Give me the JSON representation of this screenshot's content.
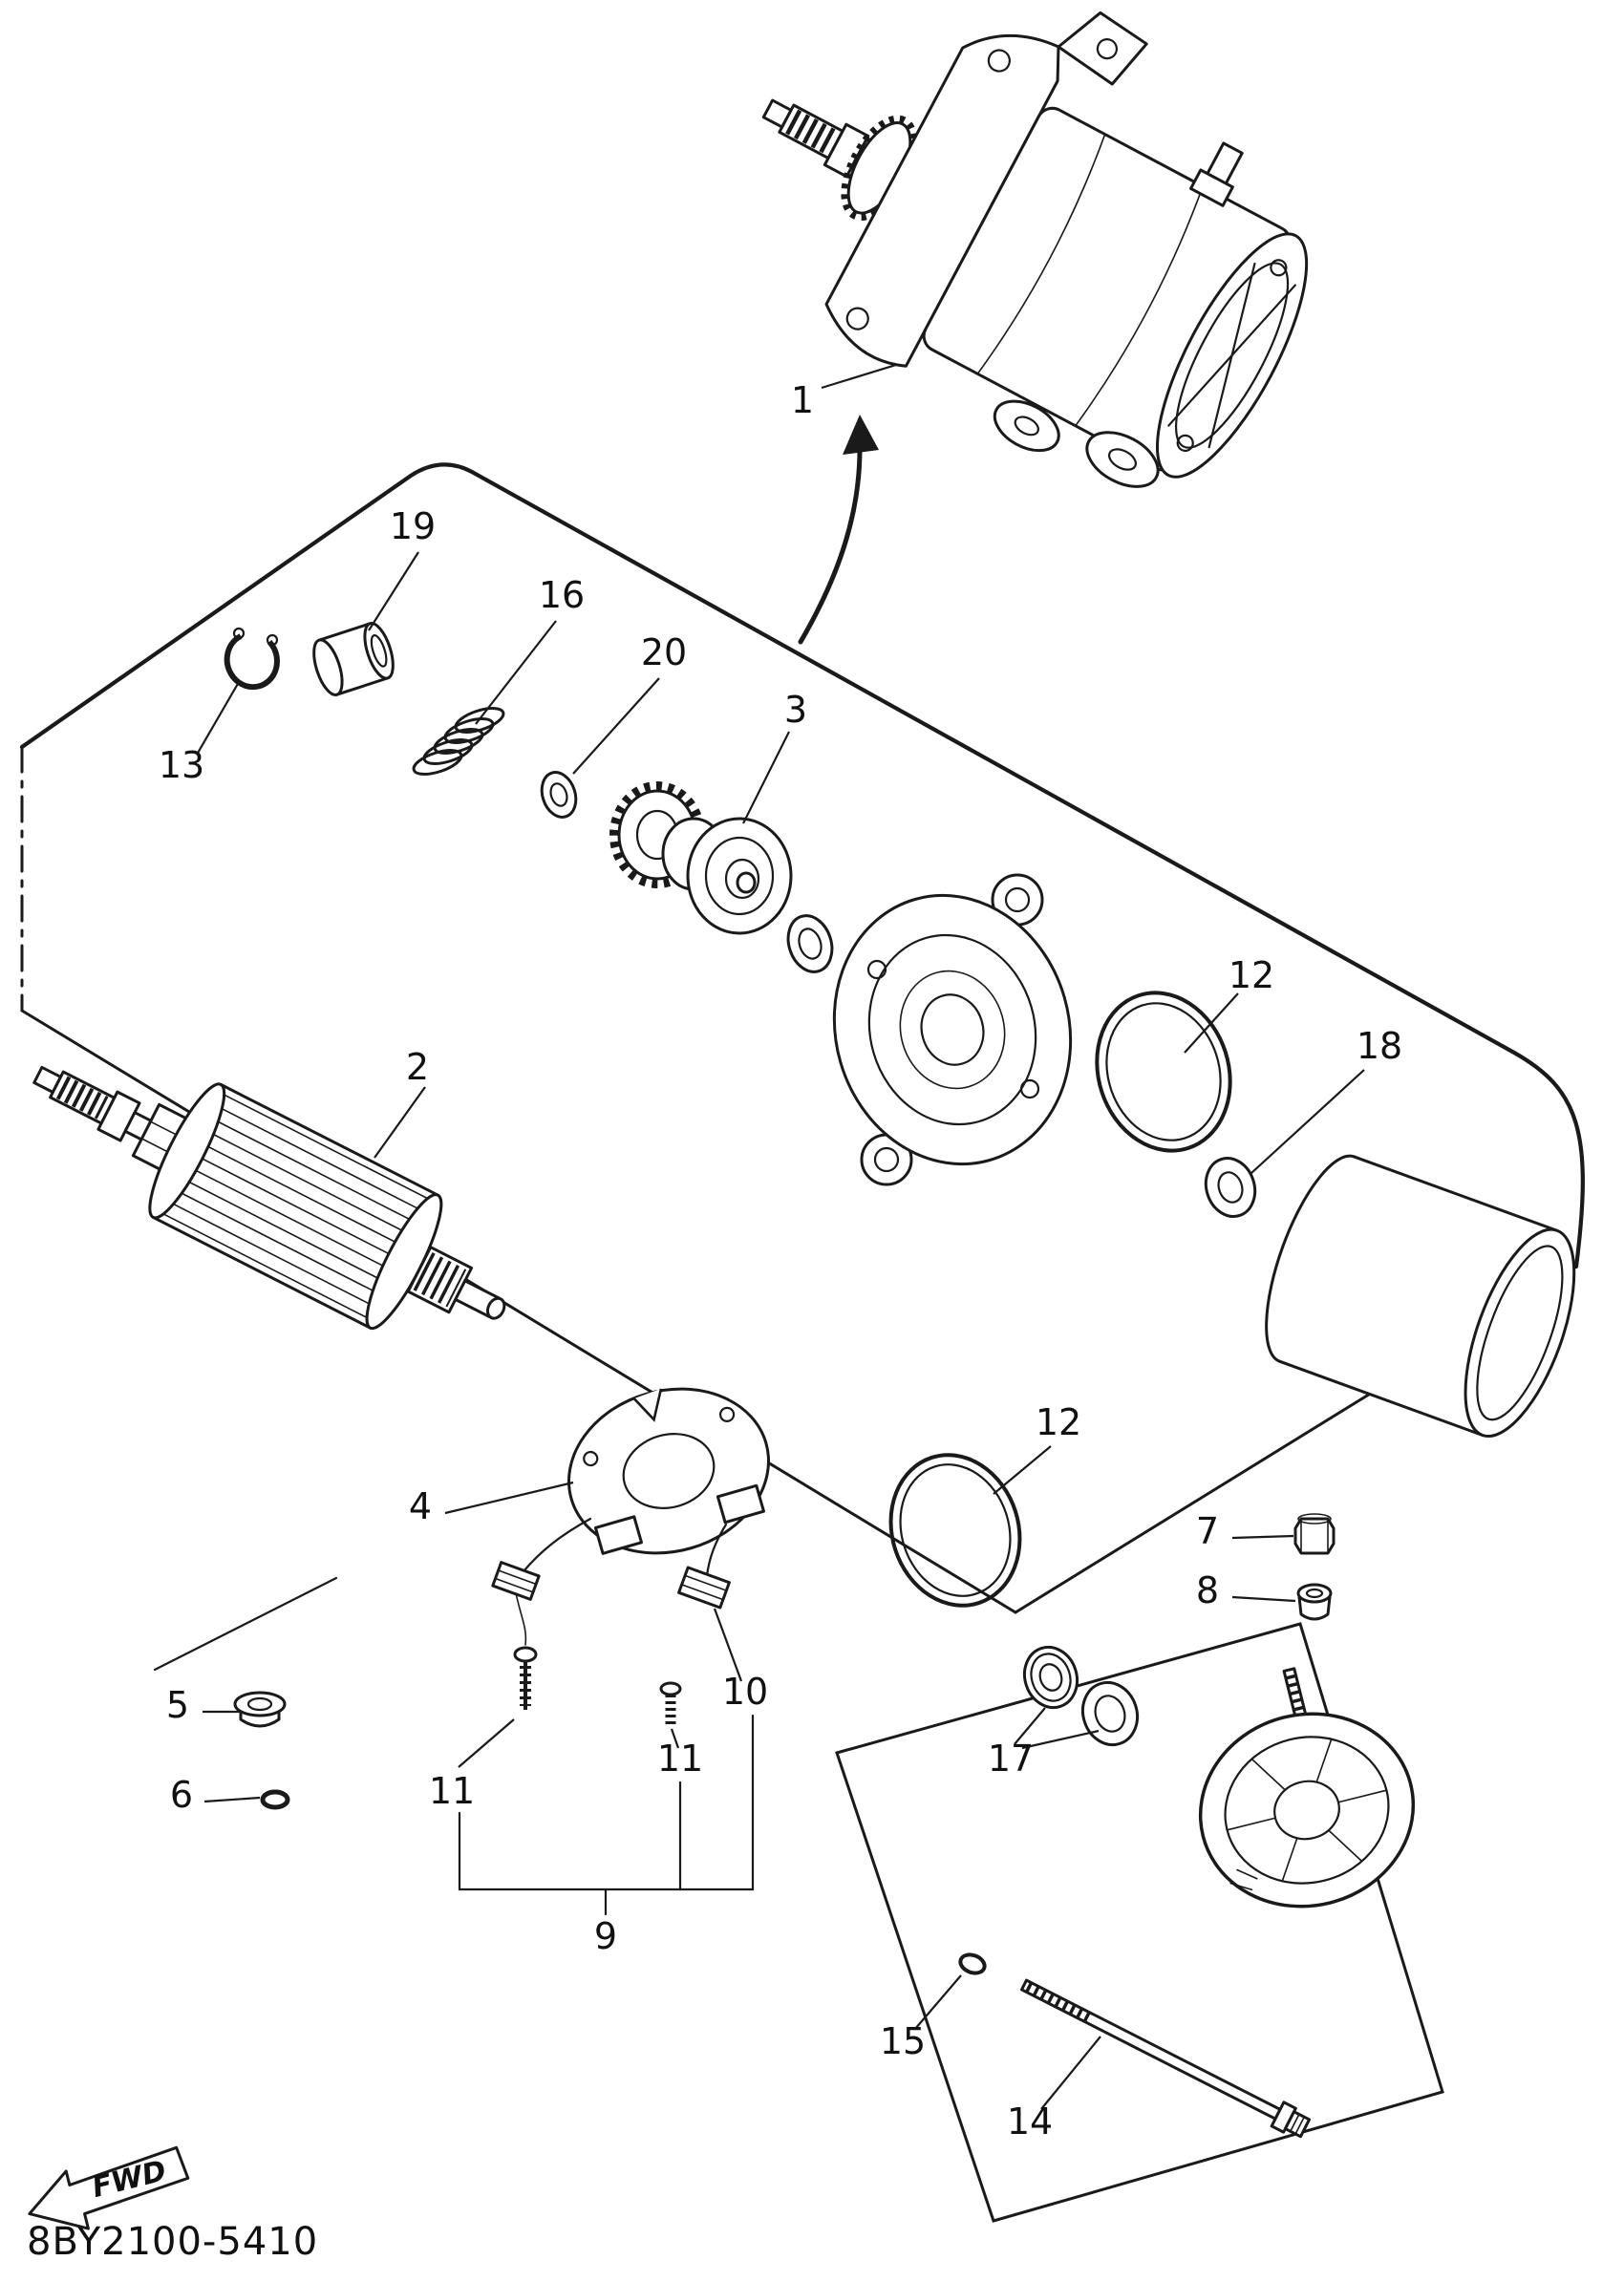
{
  "page": {
    "background": "#ffffff",
    "line_color": "#1a1a1a"
  },
  "diagram": {
    "code": "8BY2100-5410",
    "fwd_label": "FWD",
    "callouts": [
      {
        "label": "1"
      },
      {
        "label": "2"
      },
      {
        "label": "3"
      },
      {
        "label": "4"
      },
      {
        "label": "5"
      },
      {
        "label": "6"
      },
      {
        "label": "7"
      },
      {
        "label": "8"
      },
      {
        "label": "9"
      },
      {
        "label": "10"
      },
      {
        "label": "11"
      },
      {
        "label": "11"
      },
      {
        "label": "12"
      },
      {
        "label": "12"
      },
      {
        "label": "13"
      },
      {
        "label": "14"
      },
      {
        "label": "15"
      },
      {
        "label": "16"
      },
      {
        "label": "17"
      },
      {
        "label": "18"
      },
      {
        "label": "19"
      },
      {
        "label": "20"
      }
    ]
  }
}
